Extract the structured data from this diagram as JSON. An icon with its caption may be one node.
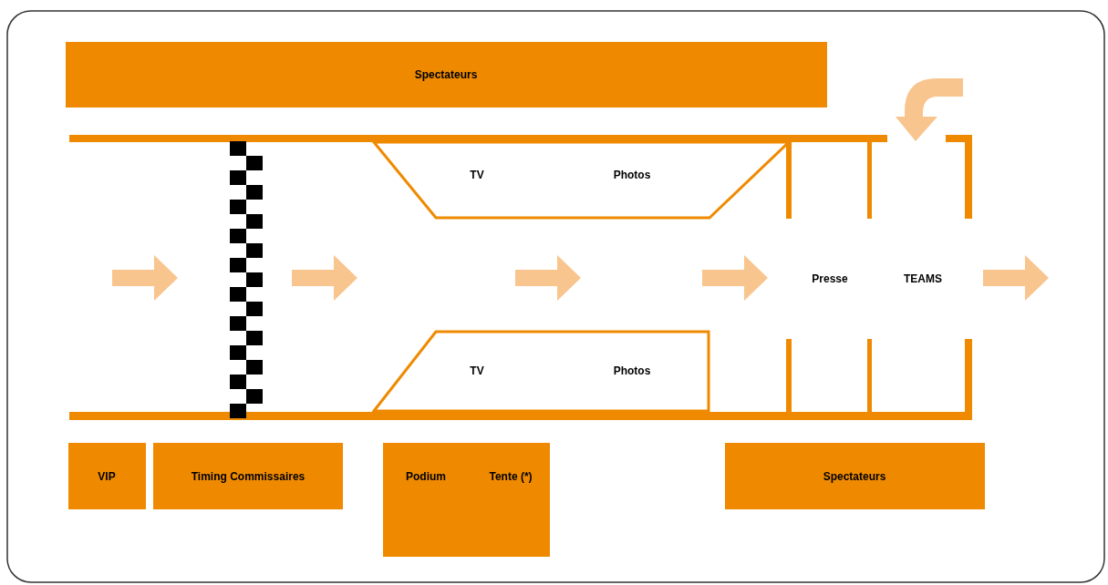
{
  "diagram": {
    "nodes": [
      {
        "text": [
          "Spectateurs"
        ]
      },
      {
        "text": [
          "TV",
          "Photos"
        ]
      },
      {
        "text": [
          "TV",
          "Photos"
        ]
      },
      {
        "text": [
          "VIP"
        ]
      },
      {
        "text": [
          "Timing Commissaires"
        ]
      },
      {
        "text": [
          "Podium",
          "Tente (*)"
        ]
      },
      {
        "text": [
          "Spectateurs"
        ]
      }
    ],
    "labels": [
      "Presse",
      "TEAMS"
    ]
  }
}
